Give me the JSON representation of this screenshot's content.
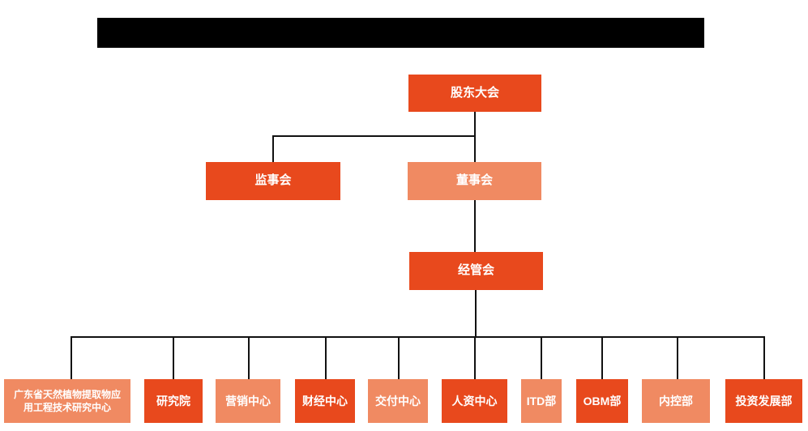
{
  "title_bar": {
    "note": "redacted-black-bar",
    "visible_text": ""
  },
  "colors": {
    "node_dark_orange": "#E8491D",
    "node_light_orange": "#F08A62",
    "connector_line": "#111111",
    "title_bar": "#000000",
    "node_text": "#ffffff",
    "background": "#ffffff"
  },
  "org_chart": {
    "root": {
      "label": "股东大会",
      "tone": "dark"
    },
    "level2": [
      {
        "label": "监事会",
        "tone": "dark"
      },
      {
        "label": "董事会",
        "tone": "light"
      }
    ],
    "level3": {
      "label": "经管会",
      "tone": "dark"
    },
    "departments": [
      {
        "label": "广东省天然植物提取物应用工程技术研究中心",
        "tone": "light"
      },
      {
        "label": "研究院",
        "tone": "dark"
      },
      {
        "label": "营销中心",
        "tone": "light"
      },
      {
        "label": "财经中心",
        "tone": "dark"
      },
      {
        "label": "交付中心",
        "tone": "light"
      },
      {
        "label": "人资中心",
        "tone": "dark"
      },
      {
        "label": "ITD部",
        "tone": "light"
      },
      {
        "label": "OBM部",
        "tone": "dark"
      },
      {
        "label": "内控部",
        "tone": "light"
      },
      {
        "label": "投资发展部",
        "tone": "dark"
      }
    ]
  }
}
